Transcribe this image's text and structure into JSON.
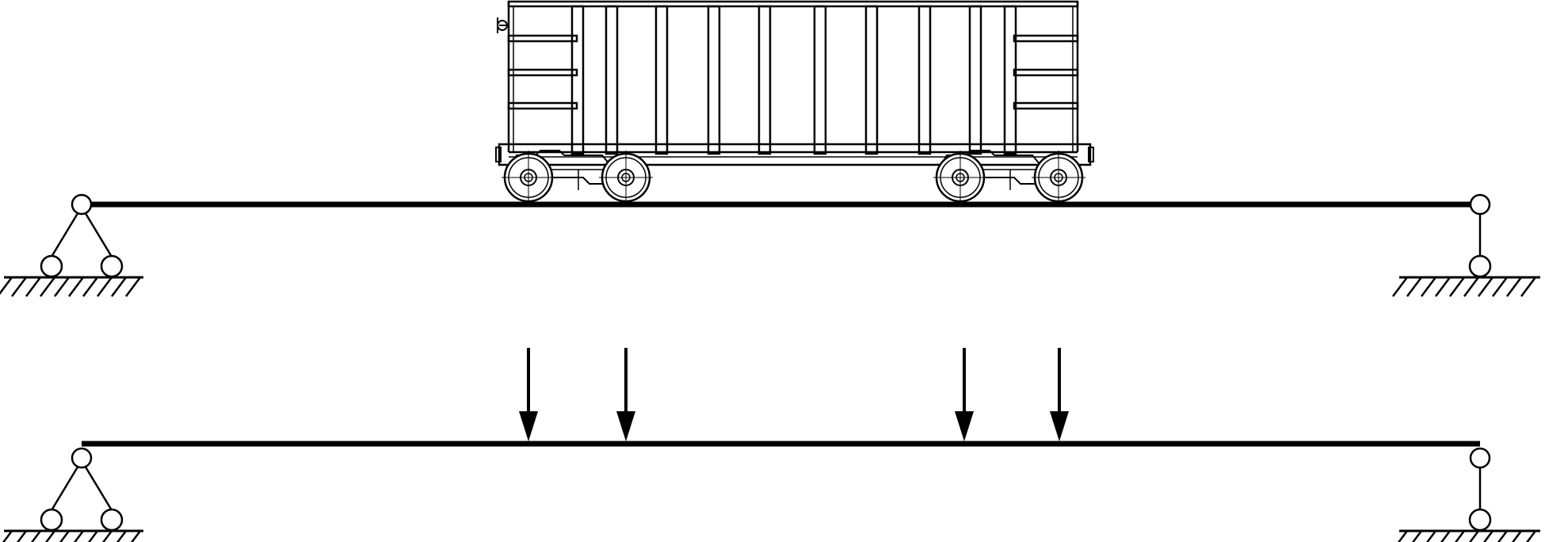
{
  "diagram": {
    "type": "structural-beam-loading",
    "colors": {
      "stroke": "#000000",
      "background": "#ffffff"
    },
    "panels": [
      {
        "id": "wagon-on-beam",
        "left_support": "pin-support-icon",
        "right_support": "roller-support-icon",
        "vehicle": "open-top-railcar-icon",
        "wheel_count": 4
      },
      {
        "id": "point-load-model",
        "left_support": "pin-support-icon",
        "right_support": "roller-support-icon",
        "point_load_count": 4,
        "load_icon": "down-arrow-icon"
      }
    ]
  }
}
